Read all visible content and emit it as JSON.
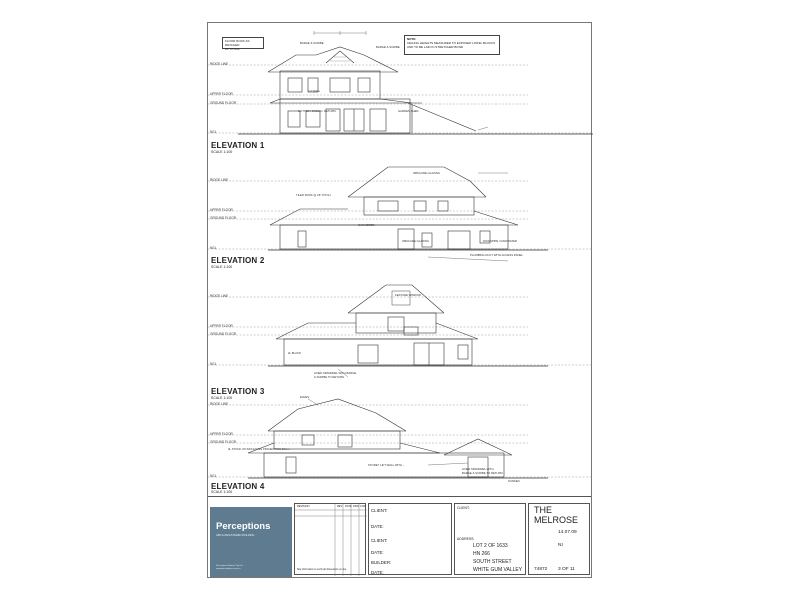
{
  "elevations": [
    {
      "title": "ELEVATION 1",
      "scale": "SCALE 1:100",
      "levels": [
        "RIDGE LINE",
        "UPPER FLOOR",
        "GROUND FLOOR",
        "NGL"
      ],
      "notes": [
        "BARGE & SCRIBE",
        "BARGE & SCRIBE",
        "2.0 WALL",
        "GUTTER / FASCIA / RETURN",
        "GARDEN SHED"
      ],
      "box_note": "FLOOR ROOF AS DETAILED\n26° PITCH",
      "spec_title": "NOTE:",
      "spec_note": "CEILING HEIGHTS MEASURED TO EXPOSED LINTEL BLOCKS\nAND TO BE LAID IN STRETCHER BOND"
    },
    {
      "title": "ELEVATION 2",
      "scale": "SCALE 1:100",
      "levels": [
        "RIDGE LINE",
        "UPPER FLOOR",
        "GROUND FLOOR",
        "NGL"
      ],
      "notes": [
        "TILED ROOF @ 26° PITCH",
        "OBSCURE GLAZING",
        "GAS METER",
        "OBSCURE GLAZING",
        "DOWNPIPE / RAINWATER",
        "PLUMBING DUCT WITH ACCESS PANEL"
      ],
      "box_note": "",
      "spec_title": "",
      "spec_note": ""
    },
    {
      "title": "ELEVATION 3",
      "scale": "SCALE 1:100",
      "levels": [
        "RIDGE LINE",
        "UPPER FLOOR",
        "GROUND FLOOR",
        "NGL"
      ],
      "notes": [
        "FEATURE WINDOW",
        "LINED SPANDREL WITH BARGE & SCRIBE TO RETURN",
        "2L BLOCK"
      ],
      "box_note": "",
      "spec_title": "",
      "spec_note": ""
    },
    {
      "title": "ELEVATION 4",
      "scale": "SCALE 1:100",
      "levels": [
        "RIDGE LINE",
        "UPPER FLOOR",
        "GROUND FLOOR",
        "NGL"
      ],
      "notes": [
        "EAVES",
        "2L STOCK ON MOULDING PROJECTING 20mm",
        "LINED SPANDREL WITH BARGE & SCRIBE TO RETURN",
        "STOREY LIFT WALL WITH ...",
        "SUNKEN"
      ],
      "box_note": "",
      "spec_title": "",
      "spec_note": ""
    }
  ],
  "title_block": {
    "company": "Perceptions",
    "company_sub": "ABN & REGISTERED BUILDING",
    "company_foot": "Perceptions Homes Pty Ltd\nwww.perceptions.com.au",
    "revision_label": "REVISION",
    "rev_headers": [
      "REV",
      "DATE",
      "DRN",
      "CHK"
    ],
    "client_label": "CLIENT:",
    "date_label": "DATE:",
    "builder_label": "BUILDER:",
    "address_label": "ADDRESS:",
    "client_head": "CLIENT:",
    "address_lines": [
      "LOT 2 OF 1633",
      "HN 266",
      "SOUTH STREET",
      "WHITE GUM VALLEY"
    ],
    "project_title": "THE MELROSE",
    "date_value": "14.07.09",
    "scale_value": "NI",
    "job_number": "74872",
    "sheet_number": "3 OF 11",
    "disclaimer": "Site information to verify all dimensions on site."
  }
}
